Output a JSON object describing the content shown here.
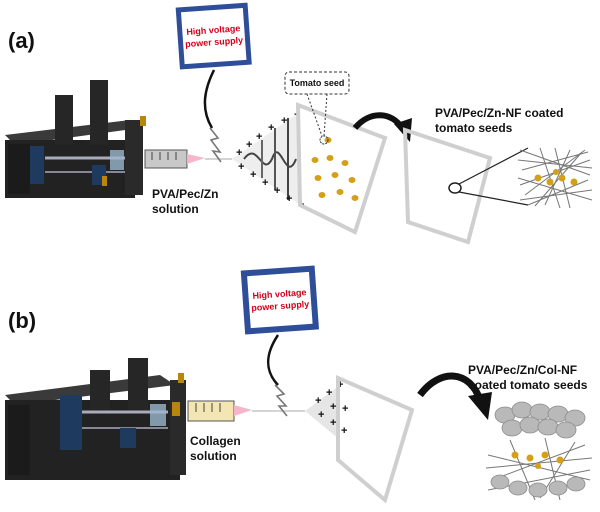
{
  "panel_a": {
    "label": "(a)",
    "power_supply": [
      "High voltage",
      "power supply"
    ],
    "tomato_seed_label": "Tomato seed",
    "solution_label": [
      "PVA/Pec/Zn",
      "solution"
    ],
    "product_label": [
      "PVA/Pec/Zn-NF coated",
      "tomato seeds"
    ]
  },
  "panel_b": {
    "label": "(b)",
    "power_supply": [
      "High voltage",
      "power supply"
    ],
    "solution_label": [
      "Collagen",
      "solution"
    ],
    "product_label": [
      "PVA/Pec/Zn/Col-NF",
      "coated tomato seeds"
    ]
  },
  "colors": {
    "supply_frame": "#2f4e99",
    "supply_text": "#d0021b",
    "pump": "#222222",
    "pump_accent": "#1f3a5f",
    "brass": "#b8860b",
    "seed": "#d4a017",
    "collector": "#cfcfcf"
  }
}
